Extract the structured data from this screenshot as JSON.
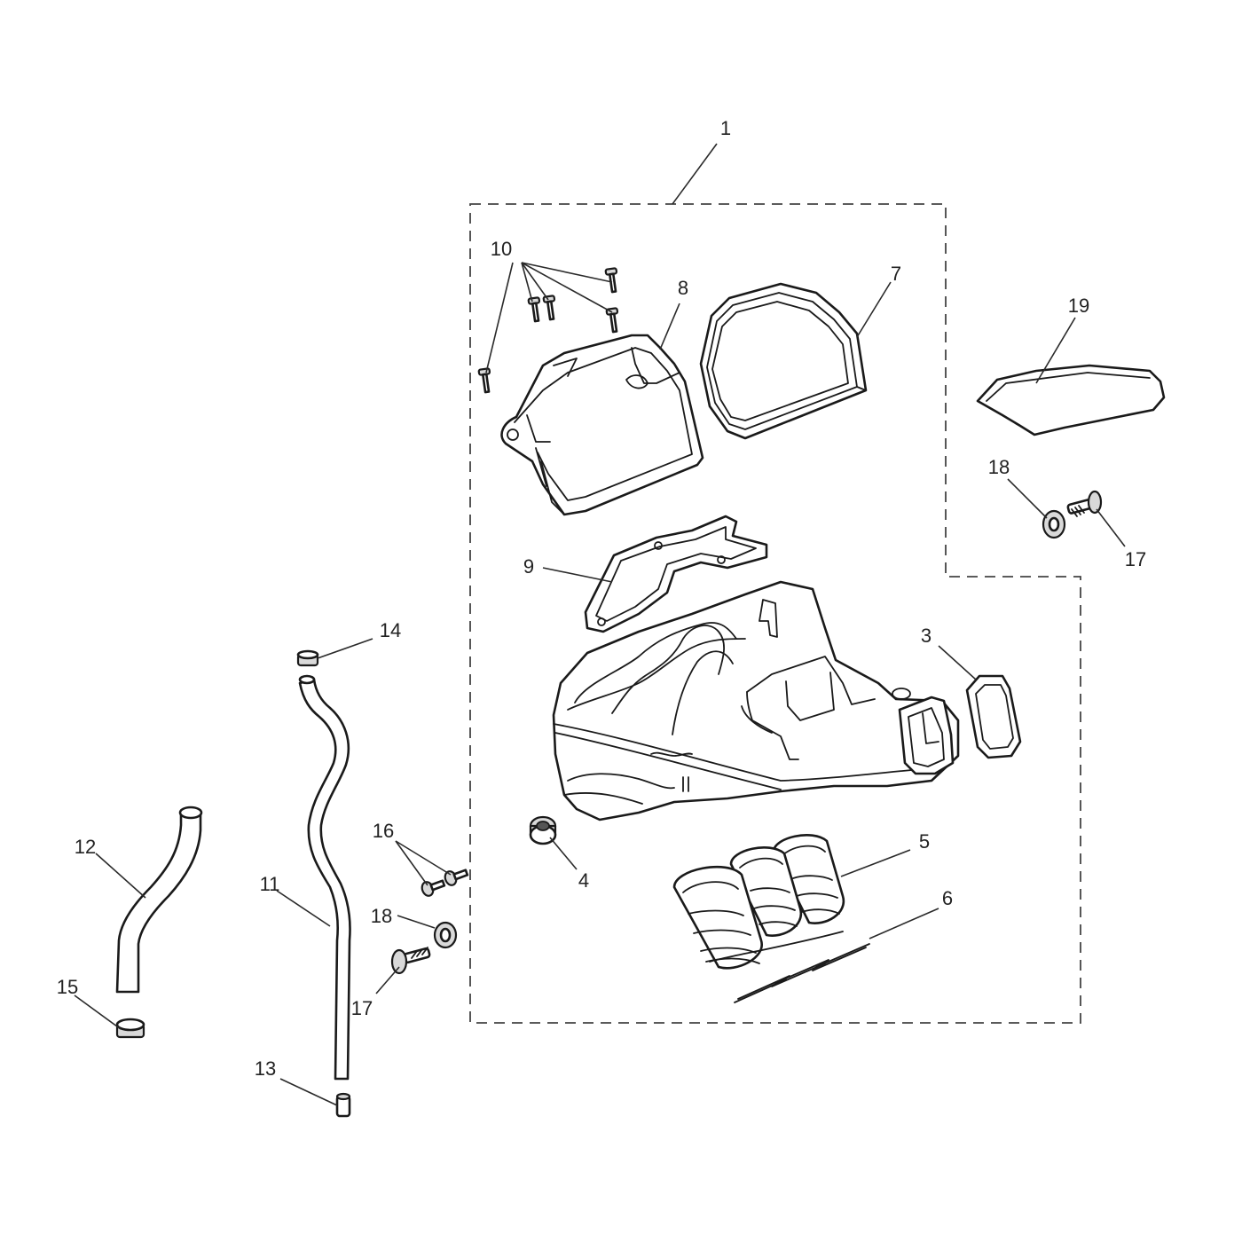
{
  "diagram": {
    "colors": {
      "line": "#1a1a1a",
      "background": "#ffffff",
      "shading": "#d9d9d9"
    },
    "callouts": [
      {
        "id": "c1",
        "text": "1"
      },
      {
        "id": "c3",
        "text": "3"
      },
      {
        "id": "c4",
        "text": "4"
      },
      {
        "id": "c5",
        "text": "5"
      },
      {
        "id": "c6",
        "text": "6"
      },
      {
        "id": "c7",
        "text": "7"
      },
      {
        "id": "c8",
        "text": "8"
      },
      {
        "id": "c9",
        "text": "9"
      },
      {
        "id": "c10",
        "text": "10"
      },
      {
        "id": "c11",
        "text": "11"
      },
      {
        "id": "c12",
        "text": "12"
      },
      {
        "id": "c13",
        "text": "13"
      },
      {
        "id": "c14",
        "text": "14"
      },
      {
        "id": "c15",
        "text": "15"
      },
      {
        "id": "c16",
        "text": "16"
      },
      {
        "id": "c17a",
        "text": "17"
      },
      {
        "id": "c17b",
        "text": "17"
      },
      {
        "id": "c18a",
        "text": "18"
      },
      {
        "id": "c18b",
        "text": "18"
      },
      {
        "id": "c19",
        "text": "19"
      }
    ]
  }
}
